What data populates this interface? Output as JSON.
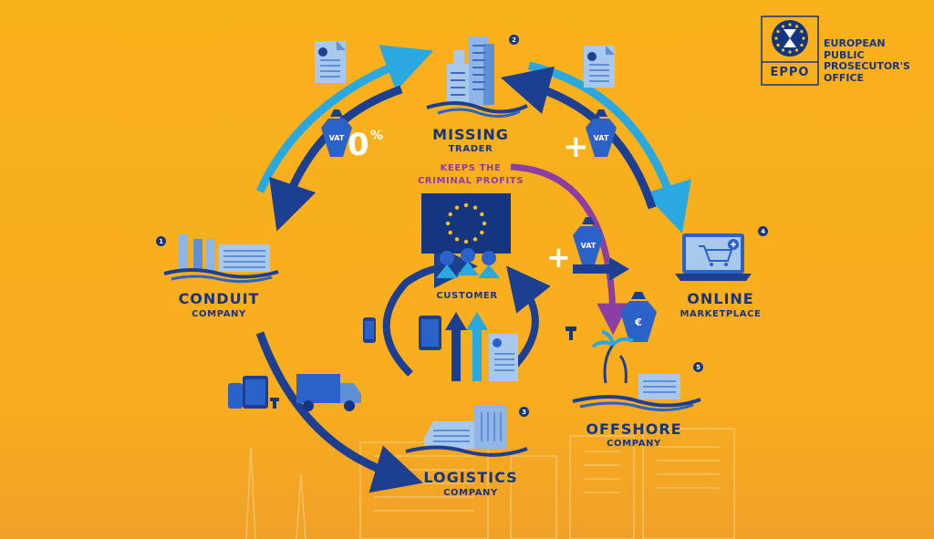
{
  "logo": {
    "acronym": "EPPO",
    "lines": [
      "EUROPEAN",
      "PUBLIC",
      "PROSECUTOR'S",
      "OFFICE"
    ]
  },
  "nodes": {
    "conduit": {
      "number": "1",
      "title": "CONDUIT",
      "subtitle": "COMPANY"
    },
    "missing_trader": {
      "number": "2",
      "title": "MISSING",
      "subtitle": "TRADER"
    },
    "logistics": {
      "number": "3",
      "title": "LOGISTICS",
      "subtitle": "COMPANY"
    },
    "online_marketplace": {
      "number": "4",
      "title": "ONLINE",
      "subtitle": "MARKETPLACE"
    },
    "offshore": {
      "number": "5",
      "title": "OFFSHORE",
      "subtitle": "COMPANY"
    },
    "customer": {
      "title": "CUSTOMER"
    }
  },
  "annotations": {
    "keeps_profits_line1": "KEEPS THE",
    "keeps_profits_line2": "CRIMINAL PROFITS",
    "zero_percent": "0",
    "percent_sign": "%",
    "plus": "+",
    "vat": "VAT",
    "euro": "€"
  },
  "colors": {
    "background": "#f9b11c",
    "dark_blue": "#14357f",
    "mid_blue": "#2b62c7",
    "light_blue": "#2aa8e0",
    "pale_blue": "#a8c8ec",
    "purple": "#8b3fa3",
    "white": "#ffffff"
  }
}
